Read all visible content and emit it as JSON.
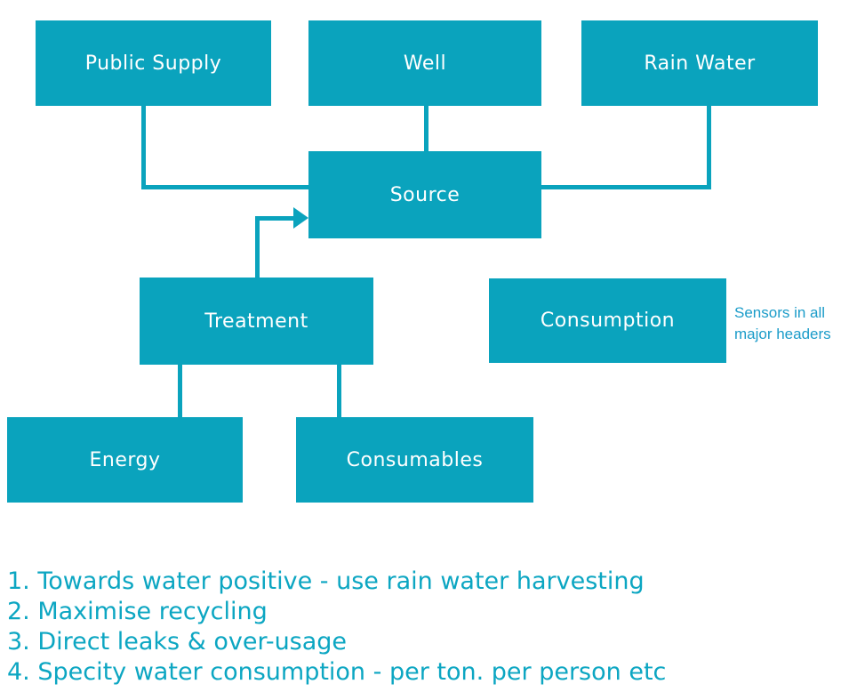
{
  "diagram": {
    "accent_color": "#0aa3bd",
    "annotation_color": "#1b9cc9",
    "notes_color": "#0ca6c2",
    "nodes": [
      {
        "id": "public-supply",
        "label": "Public Supply"
      },
      {
        "id": "well",
        "label": "Well"
      },
      {
        "id": "rain-water",
        "label": "Rain Water"
      },
      {
        "id": "source",
        "label": "Source"
      },
      {
        "id": "treatment",
        "label": "Treatment"
      },
      {
        "id": "consumption",
        "label": "Consumption"
      },
      {
        "id": "energy",
        "label": "Energy"
      },
      {
        "id": "consumables",
        "label": "Consumables"
      }
    ],
    "edges": [
      {
        "from": "public-supply",
        "to": "source",
        "arrow": false
      },
      {
        "from": "well",
        "to": "source",
        "arrow": false
      },
      {
        "from": "rain-water",
        "to": "source",
        "arrow": false
      },
      {
        "from": "treatment",
        "to": "source",
        "arrow": true
      },
      {
        "from": "treatment",
        "to": "energy",
        "arrow": false
      },
      {
        "from": "treatment",
        "to": "consumables",
        "arrow": false
      }
    ],
    "annotation": "Sensors in all major headers"
  },
  "notes": [
    "1. Towards water positive - use rain water harvesting",
    "2. Maximise recycling",
    "3. Direct leaks & over-usage",
    "4. Specity water consumption - per ton. per person etc"
  ]
}
